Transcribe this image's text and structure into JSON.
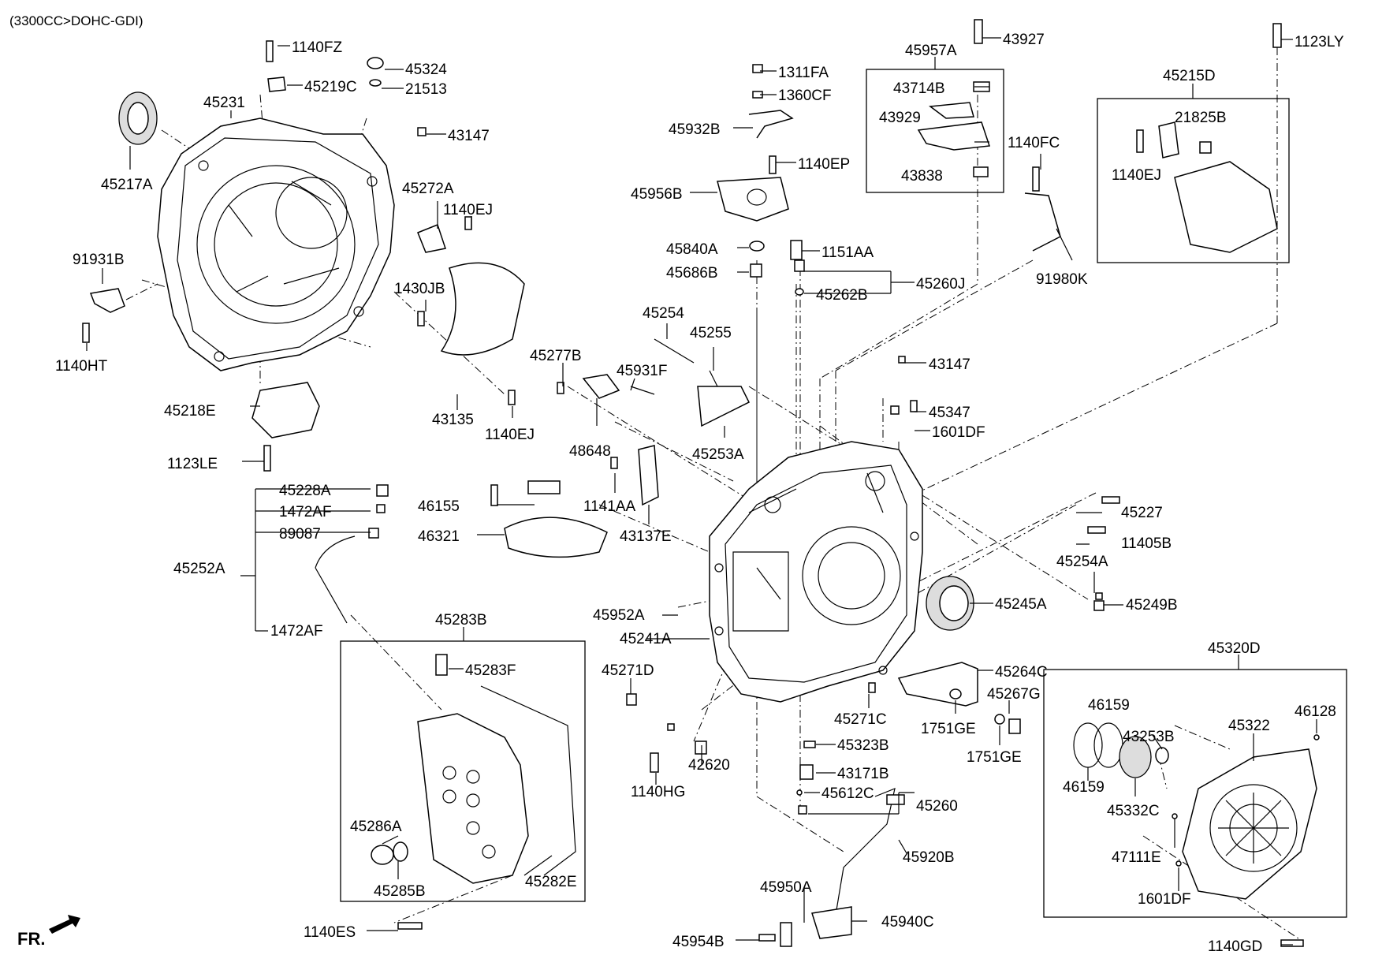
{
  "header": {
    "engine_spec": "(3300CC>DOHC-GDI)"
  },
  "direction": {
    "front_label": "FR."
  },
  "boxes": {
    "box_45957A": "45957A",
    "box_45215D": "45215D",
    "box_45283B": "45283B",
    "box_45320D": "45320D"
  },
  "parts": {
    "p45957A": "45957A",
    "p43927": "43927",
    "p1123LY": "1123LY",
    "p45215D": "45215D",
    "p1140FZ": "1140FZ",
    "p45324": "45324",
    "p45219C": "45219C",
    "p21513": "21513",
    "p45231": "45231",
    "p43147a": "43147",
    "p45217A": "45217A",
    "p45272A": "45272A",
    "p1140EJa": "1140EJ",
    "p91931B": "91931B",
    "p1140HT": "1140HT",
    "p1430JB": "1430JB",
    "p45218E": "45218E",
    "p43135": "43135",
    "p1140EJb": "1140EJ",
    "p1123LE": "1123LE",
    "p1311FA": "1311FA",
    "p1360CF": "1360CF",
    "p45932B": "45932B",
    "p1140EP": "1140EP",
    "p45956B": "45956B",
    "p45840A": "45840A",
    "p1151AA": "1151AA",
    "p45686B": "45686B",
    "p45260J": "45260J",
    "p45262B": "45262B",
    "p43714B": "43714B",
    "p43929": "43929",
    "p43838": "43838",
    "p1140FC": "1140FC",
    "p21825B": "21825B",
    "p1140EJc": "1140EJ",
    "p91980K": "91980K",
    "p45254": "45254",
    "p45255": "45255",
    "p45277B": "45277B",
    "p45931F": "45931F",
    "p43147b": "43147",
    "p45347": "45347",
    "p1601DFa": "1601DF",
    "p48648": "48648",
    "p45253A": "45253A",
    "p45228A": "45228A",
    "p46155": "46155",
    "p1141AA": "1141AA",
    "p1472AFa": "1472AF",
    "p89087": "89087",
    "p46321": "46321",
    "p43137E": "43137E",
    "p45227": "45227",
    "p11405B": "11405B",
    "p45252A": "45252A",
    "p45254A": "45254A",
    "p45952A": "45952A",
    "p45245A": "45245A",
    "p45249B": "45249B",
    "p45283B": "45283B",
    "p1472AFb": "1472AF",
    "p45241A": "45241A",
    "p45283F": "45283F",
    "p45271D": "45271D",
    "p45264C": "45264C",
    "p45320D": "45320D",
    "p45267G": "45267G",
    "p45271C": "45271C",
    "p1751GEa": "1751GE",
    "p46159a": "46159",
    "p45323B": "45323B",
    "p1751GEb": "1751GE",
    "p43253B": "43253B",
    "p45322": "45322",
    "p46128": "46128",
    "p42620": "42620",
    "p43171B": "43171B",
    "p1140HG": "1140HG",
    "p46159b": "46159",
    "p45612C": "45612C",
    "p45260": "45260",
    "p45332C": "45332C",
    "p45286A": "45286A",
    "p47111E": "47111E",
    "p45920B": "45920B",
    "p45282E": "45282E",
    "p45285B": "45285B",
    "p1601DFb": "1601DF",
    "p45950A": "45950A",
    "p45940C": "45940C",
    "p1140ES": "1140ES",
    "p45954B": "45954B",
    "p1140GD": "1140GD"
  }
}
